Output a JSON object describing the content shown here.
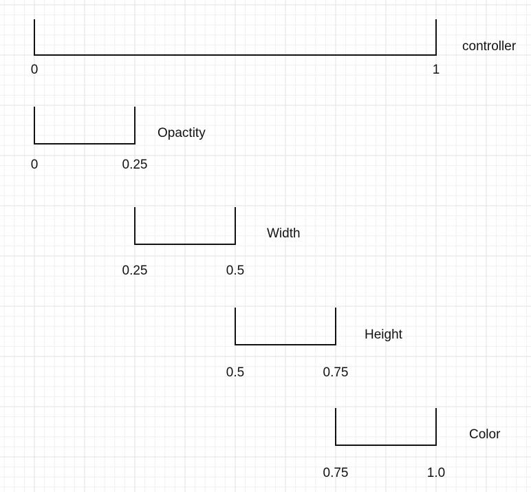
{
  "diagram": {
    "rows": [
      {
        "name": "controller",
        "start_label": "0",
        "end_label": "1",
        "start": 0,
        "end": 1
      },
      {
        "name": "Opactity",
        "start_label": "0",
        "end_label": "0.25",
        "start": 0,
        "end": 0.25
      },
      {
        "name": "Width",
        "start_label": "0.25",
        "end_label": "0.5",
        "start": 0.25,
        "end": 0.5
      },
      {
        "name": "Height",
        "start_label": "0.5",
        "end_label": "0.75",
        "start": 0.5,
        "end": 0.75
      },
      {
        "name": "Color",
        "start_label": "0.75",
        "end_label": "1.0",
        "start": 0.75,
        "end": 1.0
      }
    ]
  },
  "colors": {
    "background": "#ffffff",
    "grid_minor": "#f0f0f0",
    "grid_major": "#e2e2e2",
    "stroke": "#111111"
  }
}
